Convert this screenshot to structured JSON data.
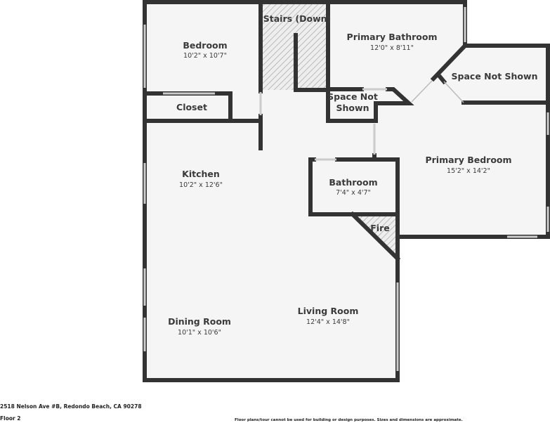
{
  "rooms": {
    "bedroom": {
      "name": "Bedroom",
      "dim": "10'2\" x 10'7\""
    },
    "closet": {
      "name": "Closet"
    },
    "stairs": {
      "name": "Stairs (Down)"
    },
    "primary_bathroom": {
      "name": "Primary Bathroom",
      "dim": "12'0\" x 8'11\""
    },
    "space_not_shown_small": {
      "line1": "Space Not",
      "line2": "Shown"
    },
    "space_not_shown": {
      "name": "Space Not Shown"
    },
    "kitchen": {
      "name": "Kitchen",
      "dim": "10'2\" x 12'6\""
    },
    "bathroom": {
      "name": "Bathroom",
      "dim": "7'4\" x 4'7\""
    },
    "primary_bedroom": {
      "name": "Primary Bedroom",
      "dim": "15'2\" x 14'2\""
    },
    "fire": {
      "name": "Fire"
    },
    "dining_room": {
      "name": "Dining Room",
      "dim": "10'1\" x 10'6\""
    },
    "living_room": {
      "name": "Living Room",
      "dim": "12'4\" x 14'8\""
    }
  },
  "footer": {
    "address": "2518 Nelson Ave #B, Redondo Beach, CA 90278",
    "floor": "Floor 2",
    "disclaimer": "Floor plans/tour cannot be used for building or design purposes. Sizes and dimensions are approximate."
  },
  "colors": {
    "wall": "#333333",
    "floor": "#f5f5f5"
  }
}
